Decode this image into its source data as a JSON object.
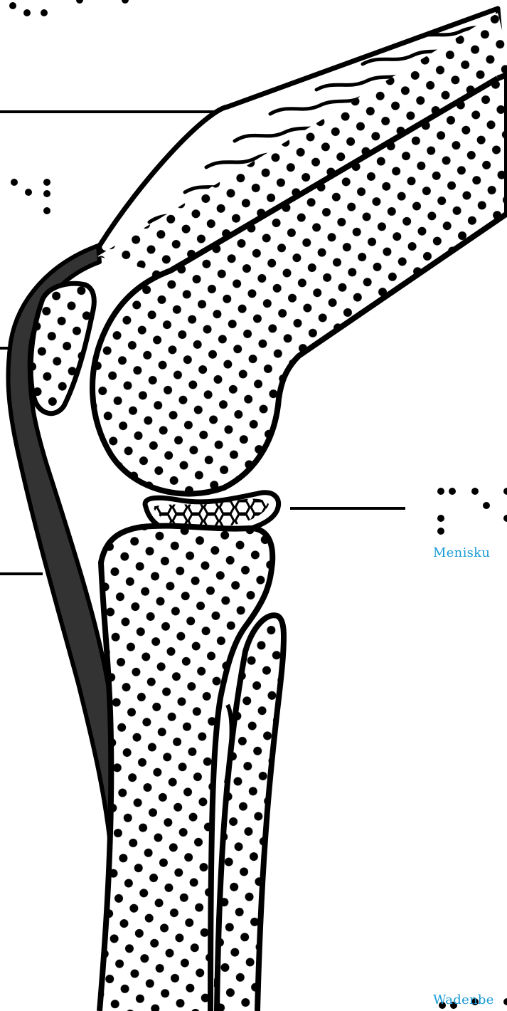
{
  "colors": {
    "ink": "#000000",
    "paper": "#ffffff",
    "ligament": "#333333",
    "label": "#1a9ad6"
  },
  "labels": {
    "meniscus": "Menisku",
    "fibula": "Wadenbe"
  },
  "icons": [
    "braille-cells-top",
    "braille-cells-left",
    "braille-cells-meniscus",
    "braille-cells-fibula"
  ]
}
